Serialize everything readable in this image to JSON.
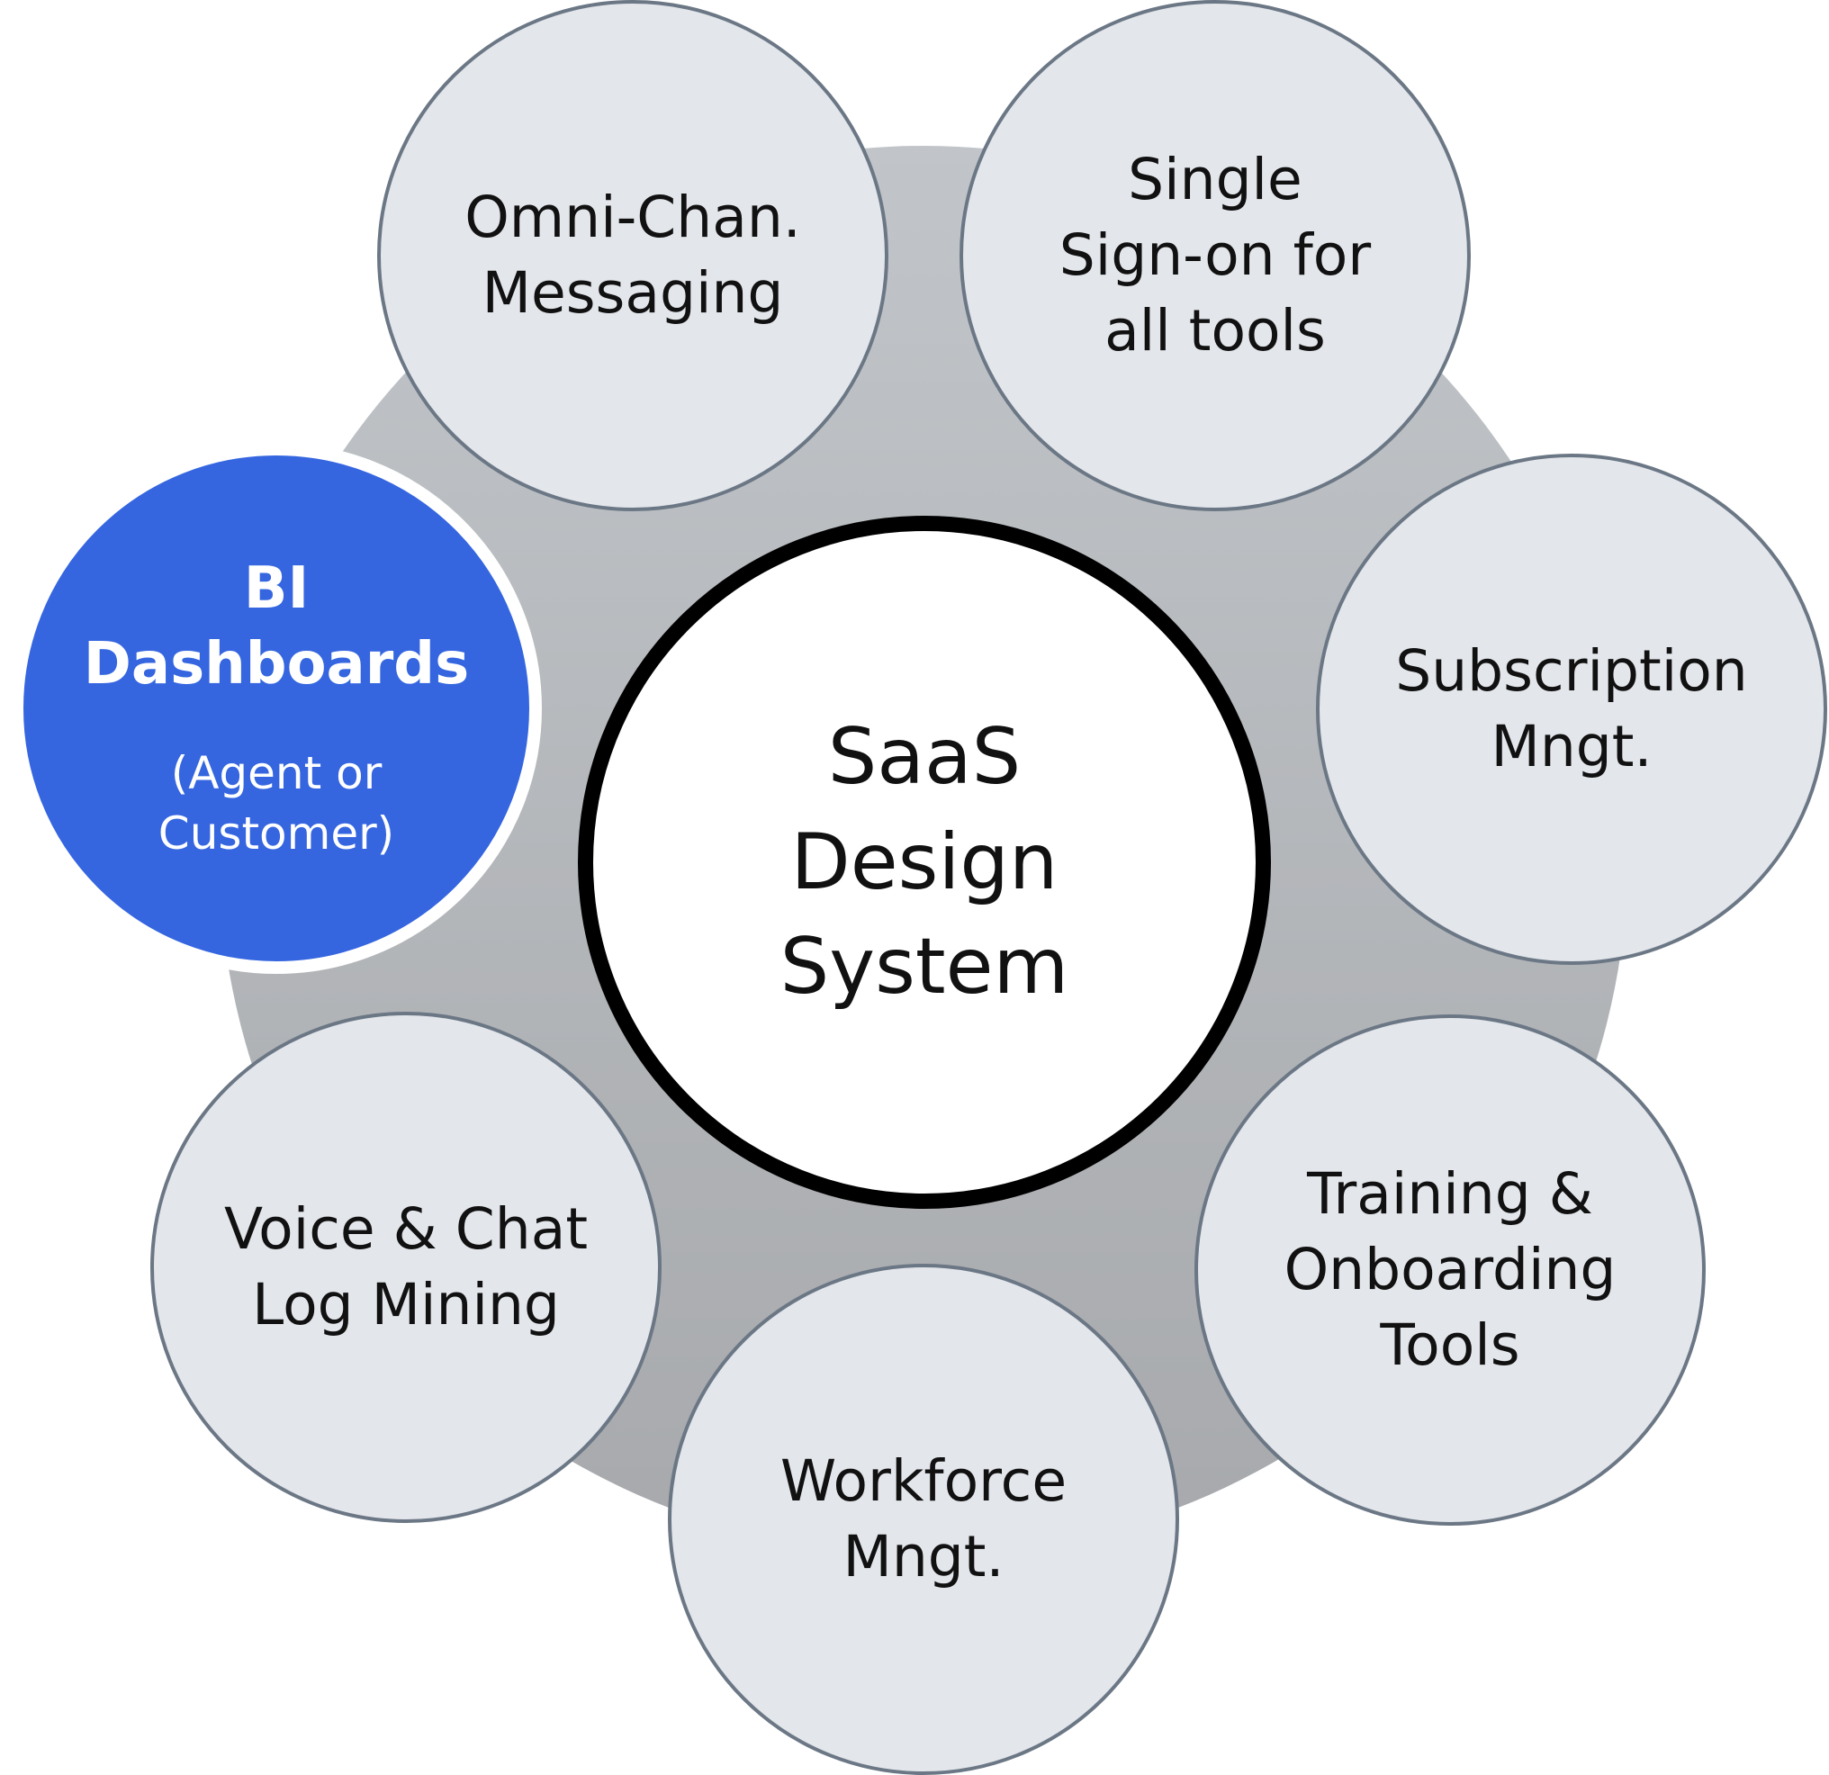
{
  "center": {
    "label": "SaaS\nDesign\nSystem"
  },
  "nodes": {
    "omni": {
      "label": "Omni-Chan.\nMessaging"
    },
    "sso": {
      "label": "Single\nSign-on for\nall tools"
    },
    "subscription": {
      "label": "Subscription\nMngt."
    },
    "training": {
      "label": "Training &\nOnboarding\nTools"
    },
    "workforce": {
      "label": "Workforce\nMngt."
    },
    "voice": {
      "label": "Voice & Chat\nLog Mining"
    },
    "bi": {
      "label": "BI\nDashboards",
      "sublabel": "(Agent or\nCustomer)"
    }
  },
  "colors": {
    "highlight": "#3566e0",
    "satellite_fill": "#e3e6eb",
    "satellite_border": "#6b7785",
    "ring": "#b3b6b9",
    "center_border": "#000000"
  }
}
